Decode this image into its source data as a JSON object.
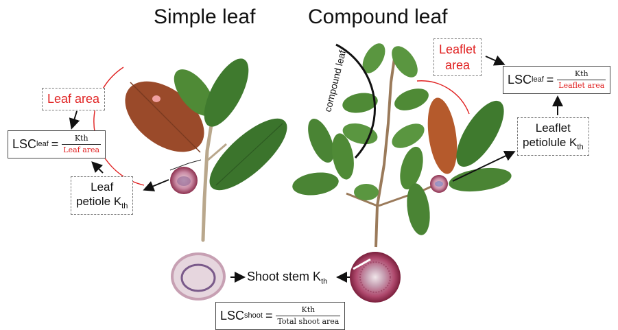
{
  "headings": {
    "simple": "Simple leaf",
    "compound": "Compound leaf"
  },
  "annotations": {
    "compound_leaf_arc": "compound leaf"
  },
  "labels": {
    "leaf_area": "Leaf area",
    "leaflet_area_line1": "Leaflet",
    "leaflet_area_line2": "area",
    "leaf_petiole_line1": "Leaf",
    "leaf_petiole_line2": "petiole K",
    "leaflet_petiolule_line1": "Leaflet",
    "leaflet_petiolule_line2": "petiolule K",
    "shoot_stem": "Shoot stem K",
    "th_subscript": "th"
  },
  "formulas": {
    "simple": {
      "lhs": "LSC",
      "sub": "leaf",
      "eq": "=",
      "numerator": "Kth",
      "denominator": "Leaf area"
    },
    "compound": {
      "lhs": "LSC",
      "sub": "leaf",
      "eq": "=",
      "numerator": "Kth",
      "denominator": "Leaflet area"
    },
    "shoot": {
      "lhs": "LSC",
      "sub": "shoot",
      "eq": "=",
      "numerator": "Kth",
      "denominator": "Total shoot area"
    }
  },
  "colors": {
    "highlight_red": "#e02020",
    "leaf_green": "#3f7a2e",
    "leaf_green_light": "#5a9640",
    "leaf_brown": "#9a4a2a",
    "stem_tan": "#b9a78c",
    "section_pink": "#b85a7a"
  }
}
